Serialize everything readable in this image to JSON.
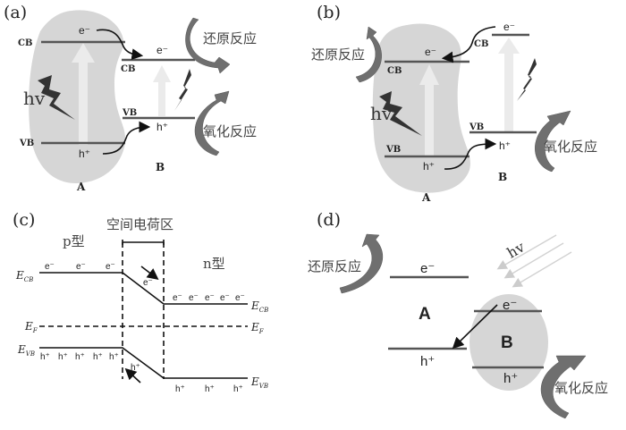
{
  "panels": {
    "a": {
      "label": "(a)",
      "bands": {
        "cb_A": "CB",
        "vb_A": "VB",
        "cb_B": "CB",
        "vb_B": "VB"
      },
      "carriers": {
        "e_A": "e⁻",
        "h_A": "h⁺",
        "e_B": "e⁻",
        "h_B": "h⁺"
      },
      "photon": "hv",
      "material_A": "A",
      "material_B": "B",
      "reduction": "还原反应",
      "oxidation": "氧化反应"
    },
    "b": {
      "label": "(b)",
      "bands": {
        "cb_A": "CB",
        "vb_A": "VB",
        "cb_B": "CB",
        "vb_B": "VB"
      },
      "carriers": {
        "e_A": "e⁻",
        "h_A": "h⁺",
        "e_B": "e⁻",
        "h_B": "h⁺"
      },
      "photon": "hv",
      "material_A": "A",
      "material_B": "B",
      "reduction": "还原反应",
      "oxidation": "氧化反应"
    },
    "c": {
      "label": "(c)",
      "depletion_region": "空间电荷区",
      "p_type": "p型",
      "n_type": "n型",
      "levels": {
        "ecb": {
          "main": "E",
          "sub": "CB"
        },
        "ef": {
          "main": "E",
          "sub": "F"
        },
        "evb": {
          "main": "E",
          "sub": "VB"
        }
      },
      "electron": "e⁻",
      "hole": "h⁺"
    },
    "d": {
      "label": "(d)",
      "photon": "hv",
      "material_A": "A",
      "material_B": "B",
      "carriers": {
        "e_A": "e⁻",
        "h_A": "h⁺",
        "e_B": "e⁻",
        "h_B": "h⁺"
      },
      "reduction": "还原反应",
      "oxidation": "氧化反应"
    }
  },
  "icons": {
    "lightning": "lightning-bolt-icon",
    "curved_arrow": "curved-reaction-arrow-icon",
    "up_arrow": "excitation-arrow-icon"
  }
}
